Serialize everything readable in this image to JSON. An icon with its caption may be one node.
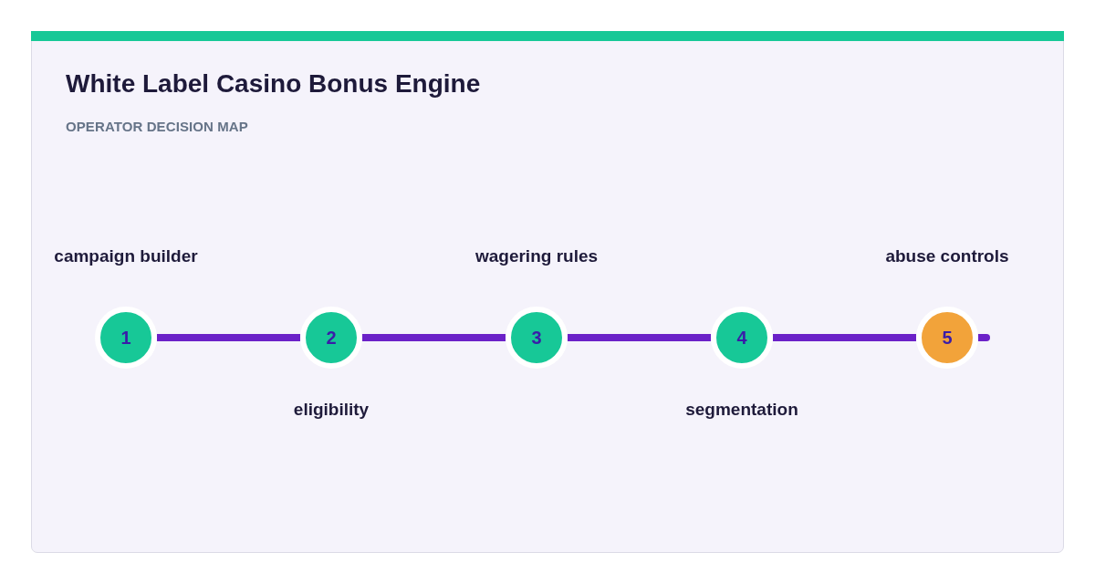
{
  "diagram": {
    "title": "White Label Casino Bonus Engine",
    "nodes": [
      {
        "text": [
          "1"
        ],
        "beside": [
          "campaign builder"
        ]
      },
      {
        "text": [
          "2"
        ],
        "beside": [
          "eligibility"
        ]
      },
      {
        "text": [
          "3"
        ],
        "beside": [
          "wagering rules"
        ]
      },
      {
        "text": [
          "4"
        ],
        "beside": [
          "segmentation"
        ]
      },
      {
        "text": [
          "5"
        ],
        "beside": [
          "abuse controls"
        ]
      }
    ],
    "edges": [
      {
        "from": 0,
        "to": 1,
        "arrow": "none"
      },
      {
        "from": 1,
        "to": 2,
        "arrow": "none"
      },
      {
        "from": 2,
        "to": 3,
        "arrow": "none"
      },
      {
        "from": 3,
        "to": 4,
        "arrow": "none"
      },
      {
        "from": 4,
        "to": null,
        "arrow": "none"
      }
    ],
    "labels": [
      "OPERATOR DECISION MAP"
    ]
  }
}
